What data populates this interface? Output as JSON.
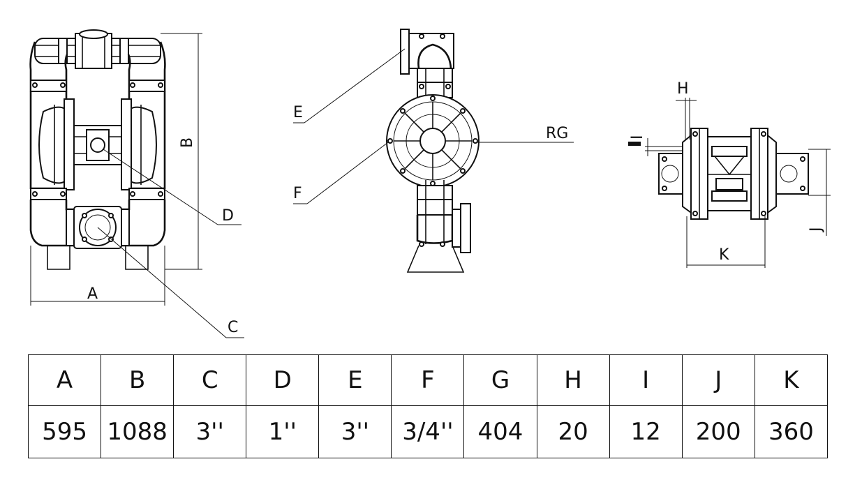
{
  "callouts": {
    "a": "A",
    "b": "B",
    "c": "C",
    "d": "D",
    "e": "E",
    "f": "F",
    "rg": "RG",
    "h": "H",
    "i": "I",
    "j": "J",
    "k": "K"
  },
  "table": {
    "headers": [
      "A",
      "B",
      "C",
      "D",
      "E",
      "F",
      "G",
      "H",
      "I",
      "J",
      "K"
    ],
    "values": [
      "595",
      "1088",
      "3''",
      "1''",
      "3''",
      "3/4''",
      "404",
      "20",
      "12",
      "200",
      "360"
    ]
  }
}
